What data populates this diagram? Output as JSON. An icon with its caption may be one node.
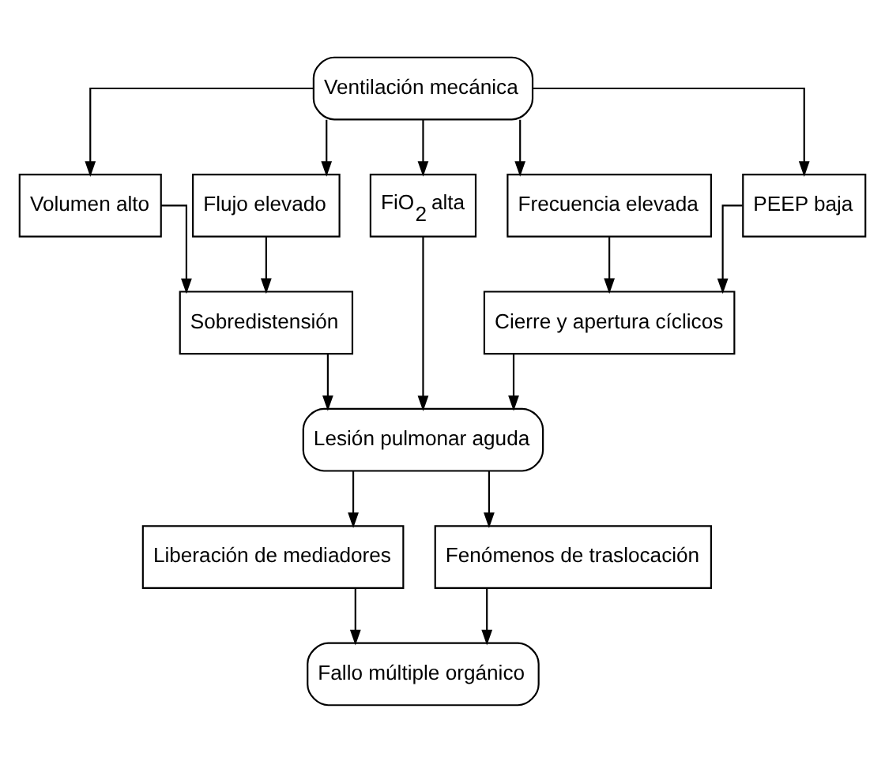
{
  "diagram": {
    "nodes": [
      {
        "text": [
          "Ventilación mecánica"
        ]
      },
      {
        "text": [
          "Volumen alto"
        ]
      },
      {
        "text": [
          "Flujo elevado"
        ]
      },
      {
        "text": [
          "FiO$_{2}$ alta"
        ]
      },
      {
        "text": [
          "Frecuencia elevada"
        ]
      },
      {
        "text": [
          "PEEP baja"
        ]
      },
      {
        "text": [
          "Sobredistensión"
        ]
      },
      {
        "text": [
          "Cierre y apertura cíclicos"
        ]
      },
      {
        "text": [
          "Lesión pulmonar aguda"
        ]
      },
      {
        "text": [
          "Liberación de mediadores"
        ]
      },
      {
        "text": [
          "Fenómenos de traslocación"
        ]
      },
      {
        "text": [
          "Fallo múltiple orgánico"
        ]
      }
    ],
    "edges": [
      {
        "from": 0,
        "to": 1,
        "arrow": "to"
      },
      {
        "from": 0,
        "to": 2,
        "arrow": "to"
      },
      {
        "from": 0,
        "to": 3,
        "arrow": "to"
      },
      {
        "from": 0,
        "to": 4,
        "arrow": "to"
      },
      {
        "from": 0,
        "to": 5,
        "arrow": "to"
      },
      {
        "from": 1,
        "to": 6,
        "arrow": "to"
      },
      {
        "from": 2,
        "to": 6,
        "arrow": "to"
      },
      {
        "from": 4,
        "to": 7,
        "arrow": "to"
      },
      {
        "from": 5,
        "to": 7,
        "arrow": "to"
      },
      {
        "from": 6,
        "to": 8,
        "arrow": "to"
      },
      {
        "from": 3,
        "to": 8,
        "arrow": "to"
      },
      {
        "from": 7,
        "to": 8,
        "arrow": "to"
      },
      {
        "from": 8,
        "to": 9,
        "arrow": "to"
      },
      {
        "from": 8,
        "to": 10,
        "arrow": "to"
      },
      {
        "from": 9,
        "to": 11,
        "arrow": "to"
      },
      {
        "from": 10,
        "to": 11,
        "arrow": "to"
      }
    ]
  }
}
